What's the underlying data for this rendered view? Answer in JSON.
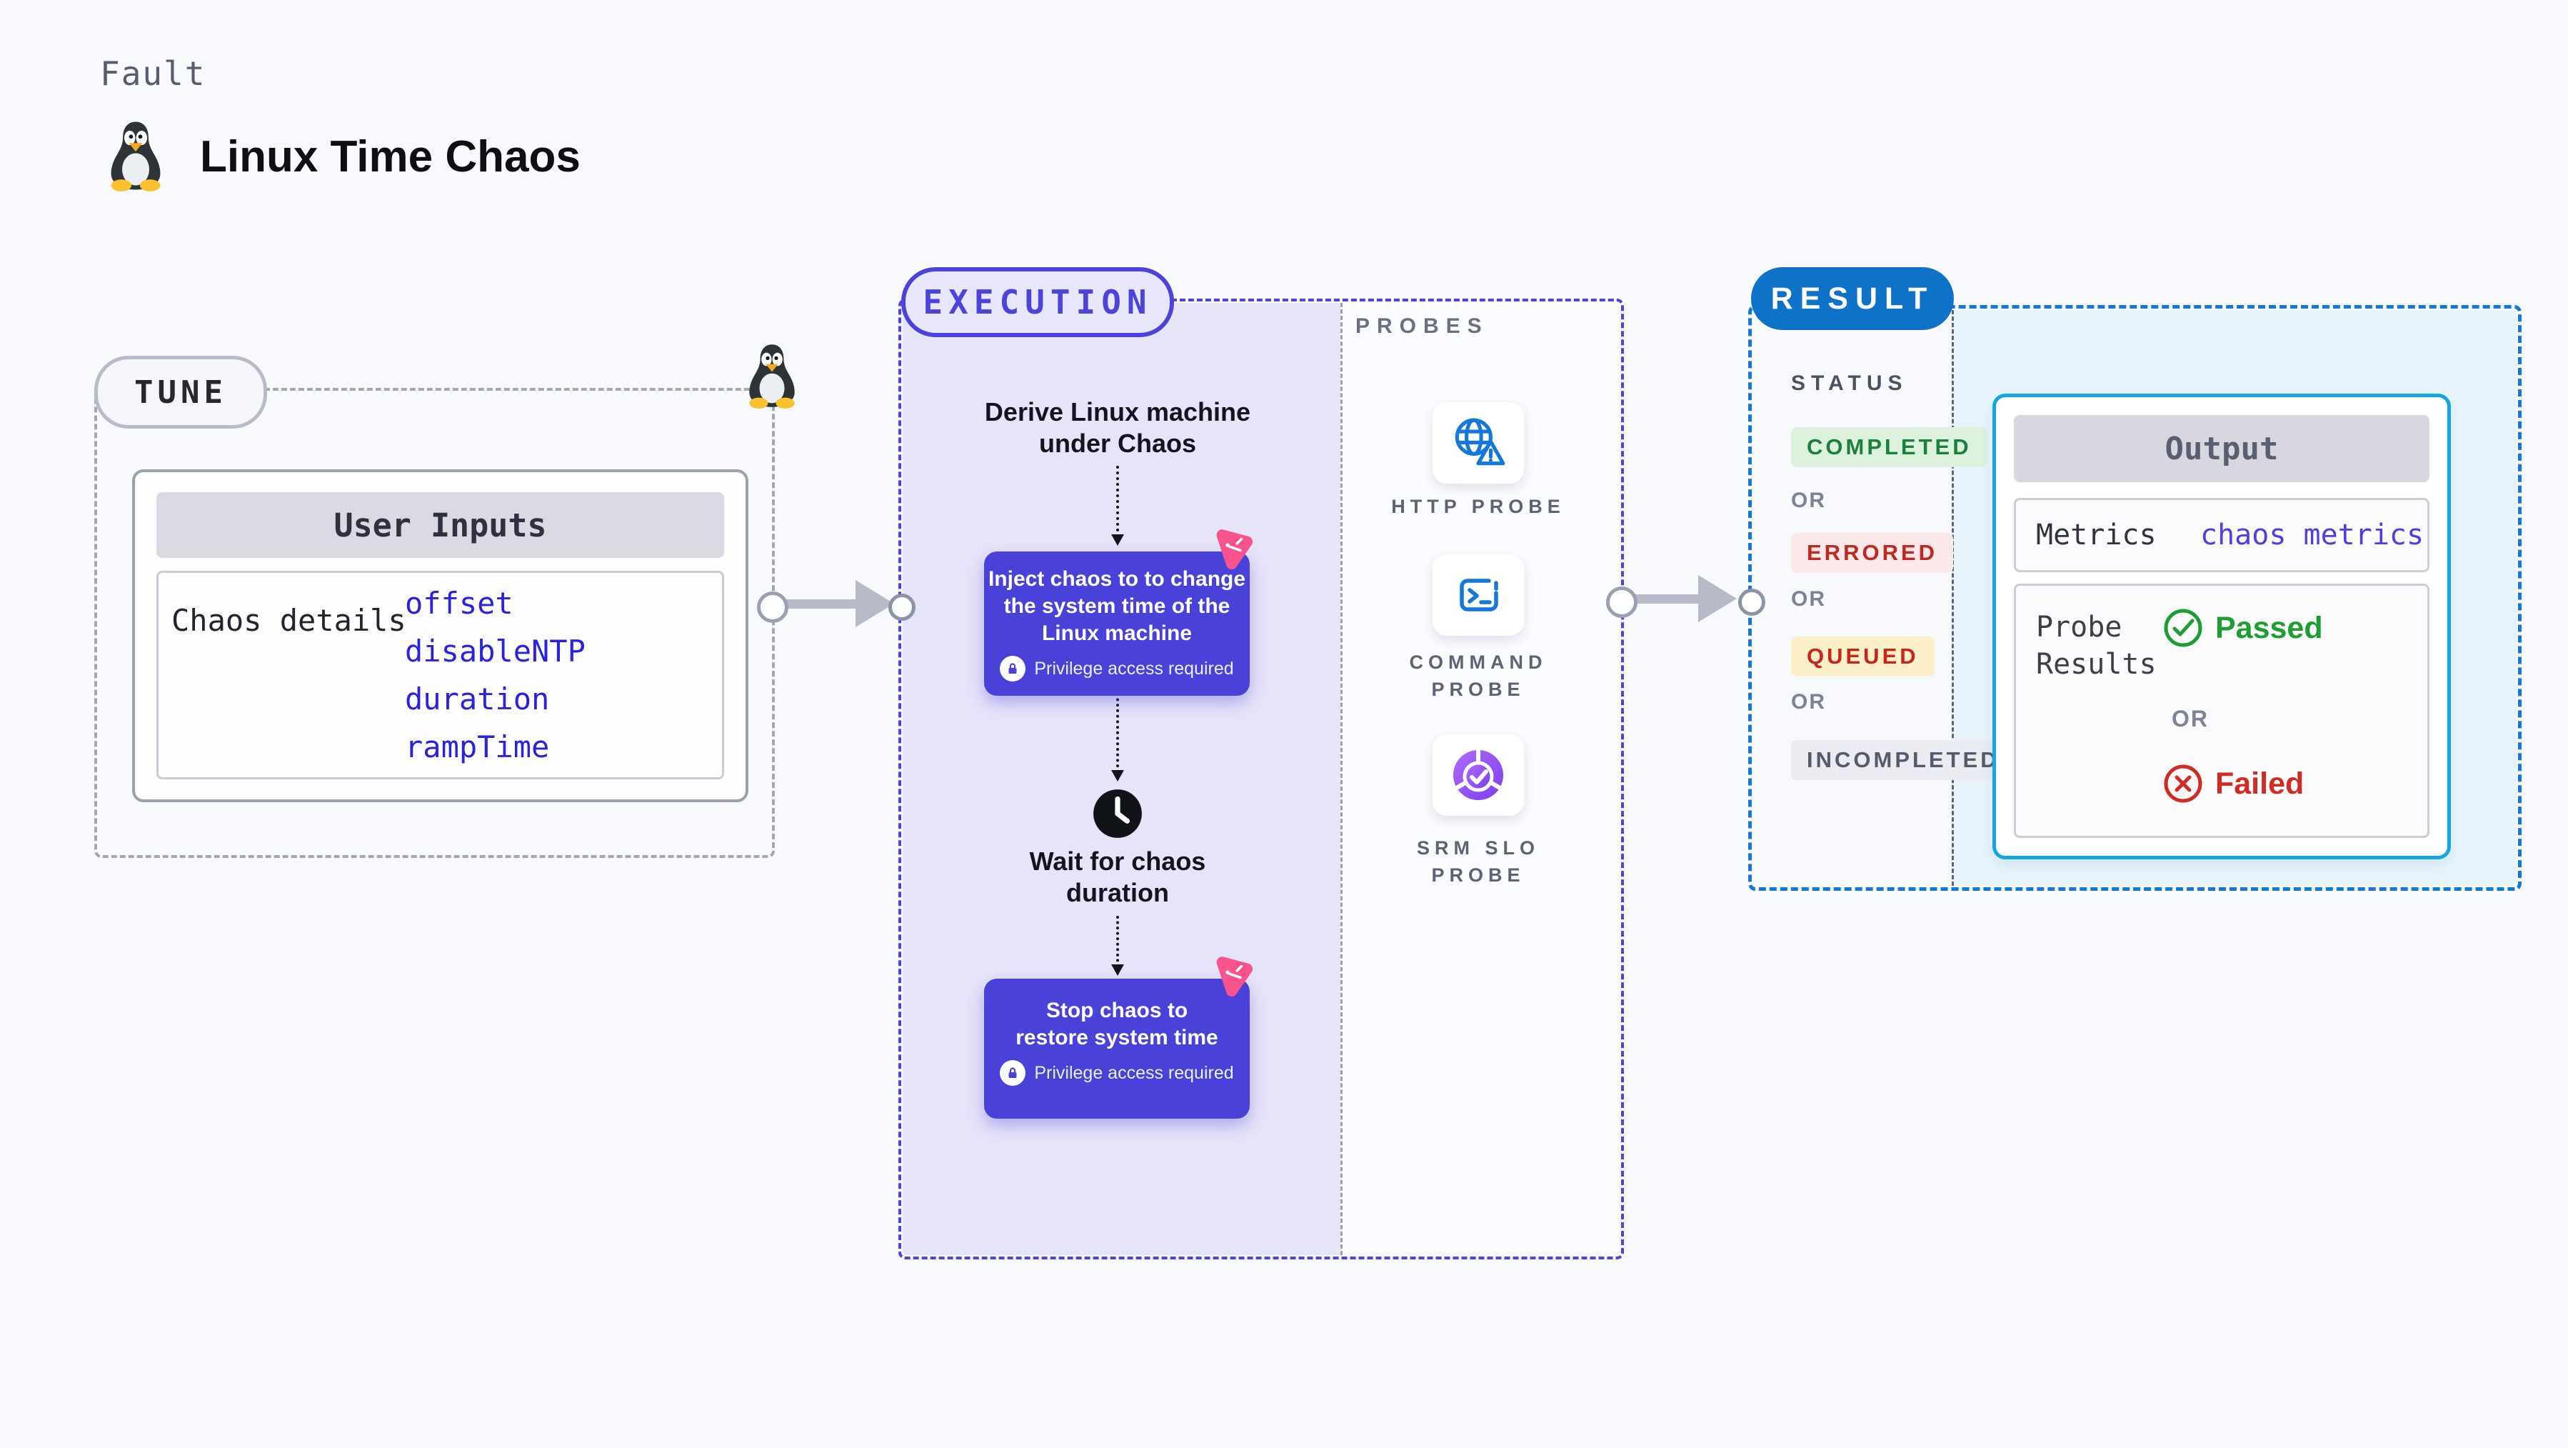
{
  "header": {
    "kicker": "Fault",
    "title": "Linux Time Chaos"
  },
  "colors": {
    "page_bg": "#f8f9fc",
    "indigo_accent": "#4c43dd",
    "chaos_node_bg": "#4a41d9",
    "execution_panel_bg": "#e6e4f9",
    "pink_chaos_icon": "#f8538c",
    "result_blue": "#0e72c8",
    "result_dash_blue": "#1379d4",
    "output_border_cyan": "#14a5e3",
    "result_panel_bg": "#e7f4fb",
    "probe_icon_blue": "#1478d8",
    "srm_purple": "#8b4ef4",
    "passed_green": "#1e9e30",
    "failed_red": "#d22b22",
    "input_link_blue": "#2a23dd"
  },
  "tune": {
    "label": "TUNE",
    "card_title": "User Inputs",
    "row_label": "Chaos details",
    "values": [
      "offset",
      "disableNTP",
      "duration",
      "rampTime"
    ]
  },
  "execution": {
    "label": "EXECUTION",
    "derive_lines": [
      "Derive Linux machine",
      "under Chaos"
    ],
    "inject_lines": [
      "Inject chaos to to change",
      "the system time of the",
      "Linux machine"
    ],
    "privilege_note": "Privilege access required",
    "wait_lines": [
      "Wait for chaos",
      "duration"
    ],
    "stop_lines": [
      "Stop chaos to",
      "restore system time"
    ]
  },
  "probes": {
    "label": "PROBES",
    "items": [
      {
        "id": "http-probe",
        "icon": "globe-alert-icon",
        "lines": [
          "HTTP PROBE"
        ]
      },
      {
        "id": "command-probe",
        "icon": "terminal-icon",
        "lines": [
          "COMMAND",
          "PROBE"
        ]
      },
      {
        "id": "srm-slo-probe",
        "icon": "pie-check-icon",
        "lines": [
          "SRM SLO",
          "PROBE"
        ]
      }
    ]
  },
  "result": {
    "label": "RESULT",
    "status_label": "STATUS",
    "or_label": "OR",
    "badges": [
      {
        "label": "COMPLETED",
        "fg": "#1d7f3c",
        "bg": "#dcf2dd"
      },
      {
        "label": "ERRORED",
        "fg": "#c02822",
        "bg": "#fbe9e9"
      },
      {
        "label": "QUEUED",
        "fg": "#c8251d",
        "bg": "#fcf0c8"
      },
      {
        "label": "INCOMPLETED",
        "fg": "#565b6b",
        "bg": "#eaecf2"
      }
    ],
    "output": {
      "title": "Output",
      "metrics_label": "Metrics",
      "metrics_value": "chaos metrics",
      "probe_results_lines": [
        "Probe",
        "Results"
      ],
      "passed_label": "Passed",
      "or_label": "OR",
      "failed_label": "Failed"
    }
  }
}
